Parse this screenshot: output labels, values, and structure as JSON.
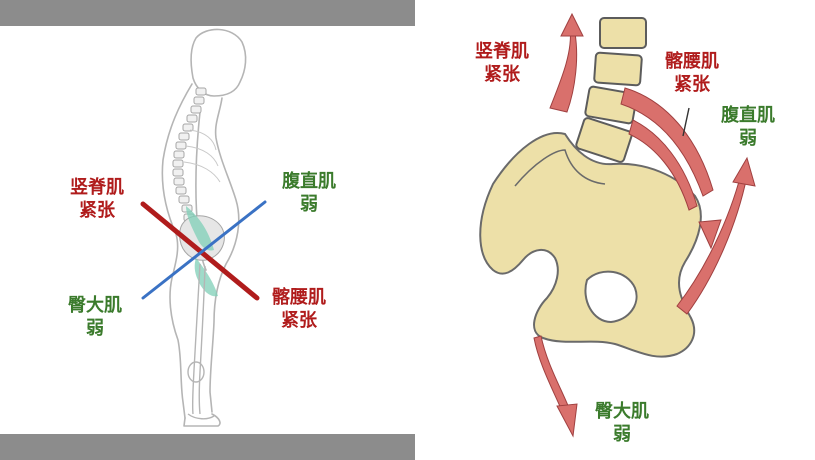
{
  "left_figure": {
    "erector_spinae": {
      "line1": "竖脊肌",
      "line2": "紧张"
    },
    "rectus_abdominis": {
      "line1": "腹直肌",
      "line2": "弱"
    },
    "gluteus_maximus": {
      "line1": "臀大肌",
      "line2": "弱"
    },
    "iliopsoas": {
      "line1": "髂腰肌",
      "line2": "紧张"
    }
  },
  "right_figure": {
    "erector_spinae": {
      "line1": "竖脊肌",
      "line2": "紧张"
    },
    "iliopsoas": {
      "line1": "髂腰肌",
      "line2": "紧张"
    },
    "rectus_abdominis": {
      "line1": "腹直肌",
      "line2": "弱"
    },
    "gluteus_maximus": {
      "line1": "臀大肌",
      "line2": "弱"
    }
  },
  "colors": {
    "tight": "#b01c1c",
    "weak": "#3b7b2c",
    "tight_line": "#b01c1c",
    "weak_line": "#3a72c4",
    "bone": "#ede0a8",
    "muscle": "#d9706c",
    "band": "#8c8c8c"
  }
}
